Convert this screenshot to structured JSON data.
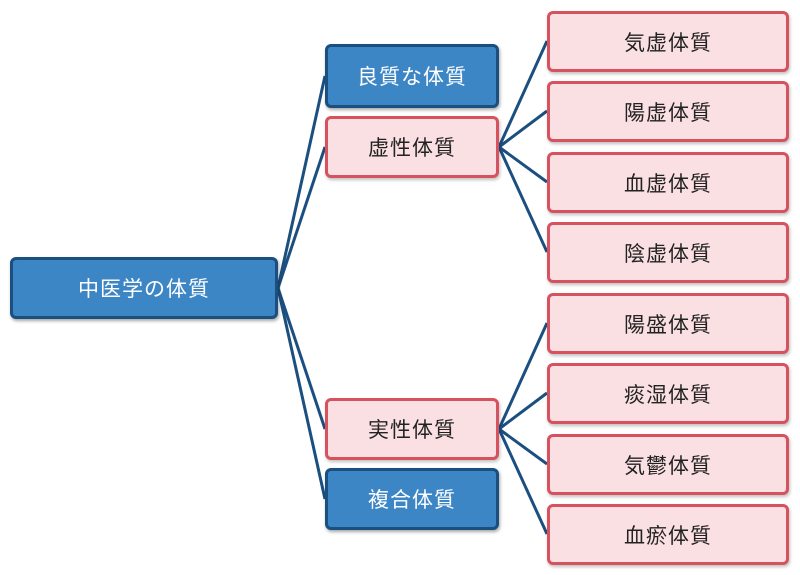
{
  "root": {
    "label": "中医学の体質"
  },
  "level1": [
    {
      "label": "良質な体質"
    },
    {
      "label": "虚性体質"
    },
    {
      "label": "実性体質"
    },
    {
      "label": "複合体質"
    }
  ],
  "level2_deficiency": [
    {
      "label": "気虚体質"
    },
    {
      "label": "陽虚体質"
    },
    {
      "label": "血虚体質"
    },
    {
      "label": "陰虚体質"
    }
  ],
  "level2_excess": [
    {
      "label": "陽盛体質"
    },
    {
      "label": "痰湿体質"
    },
    {
      "label": "気鬱体質"
    },
    {
      "label": "血瘀体質"
    }
  ],
  "colors": {
    "blue_fill": "#3d86c6",
    "blue_border": "#1b4f80",
    "pink_fill": "#fbe0e3",
    "pink_border": "#d6525f",
    "connector": "#1b4f80"
  }
}
